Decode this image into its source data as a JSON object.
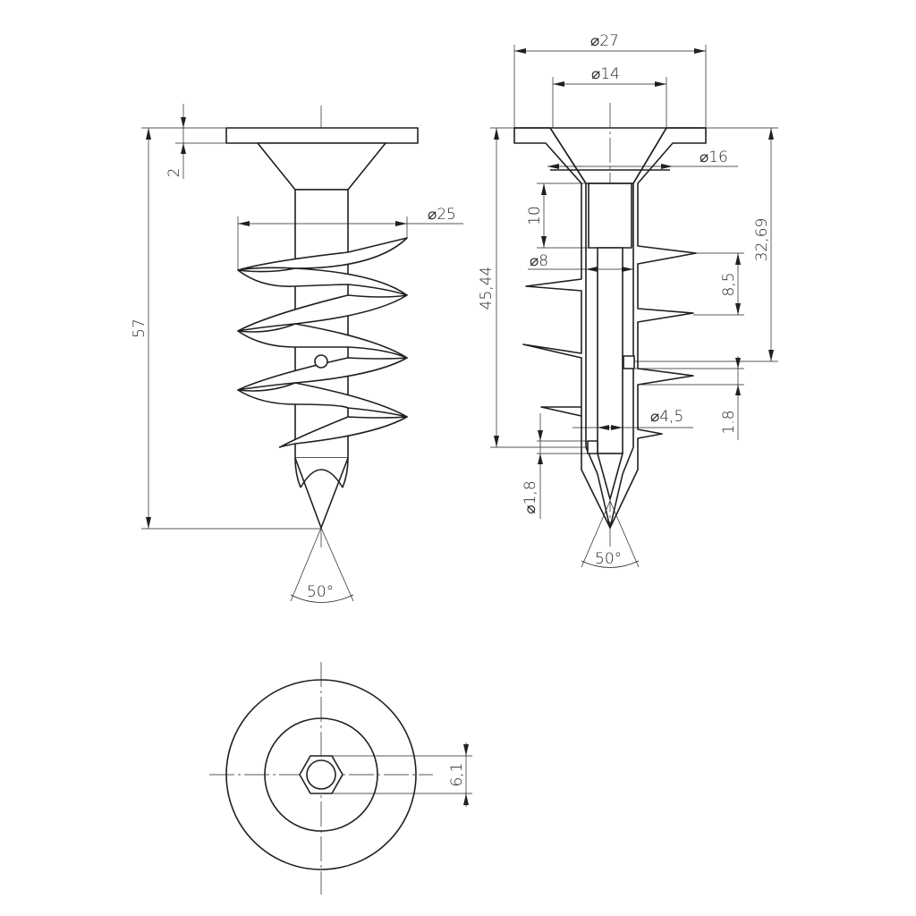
{
  "drawing": {
    "dimensions": {
      "overall_length": "57",
      "head_thickness": "2",
      "thread_diameter": "⌀25",
      "tip_angle_front": "50°",
      "head_diameter": "⌀27",
      "head_recess_diameter": "⌀14",
      "counterbore_diameter": "⌀16",
      "hex_socket_depth": "10",
      "bore_diameter": "⌀8",
      "body_length": "45,44",
      "threaded_length": "32,69",
      "thread_pitch": "8,5",
      "inner_bore_diameter": "⌀4,5",
      "groove_width": "1.8",
      "side_hole_diameter": "⌀1,8",
      "tip_angle_section": "50°",
      "hex_across_flats": "6,1"
    }
  }
}
